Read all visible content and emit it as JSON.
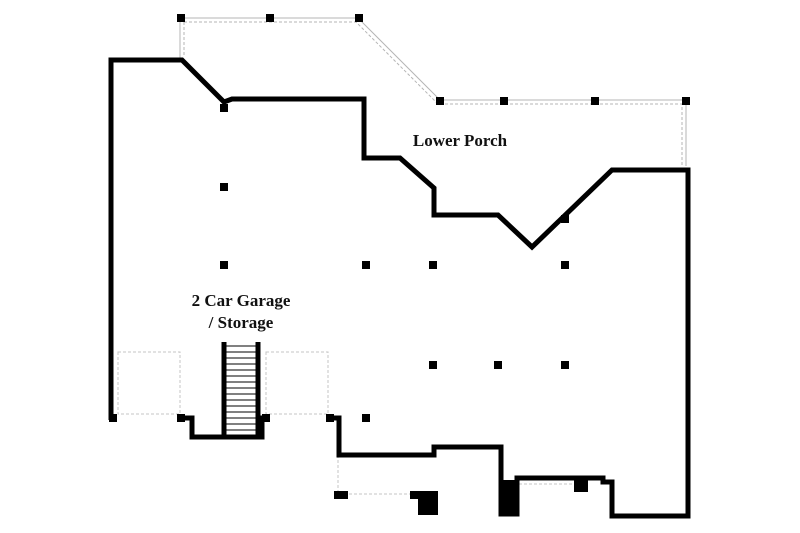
{
  "floor_plan": {
    "rooms": [
      {
        "id": "lower-porch",
        "label": "Lower Porch"
      },
      {
        "id": "garage",
        "label_line1": "2 Car Garage",
        "label_line2": "/ Storage"
      }
    ],
    "colors": {
      "wall": "#000000",
      "outline": "#b5b5b5",
      "background": "#ffffff"
    }
  }
}
